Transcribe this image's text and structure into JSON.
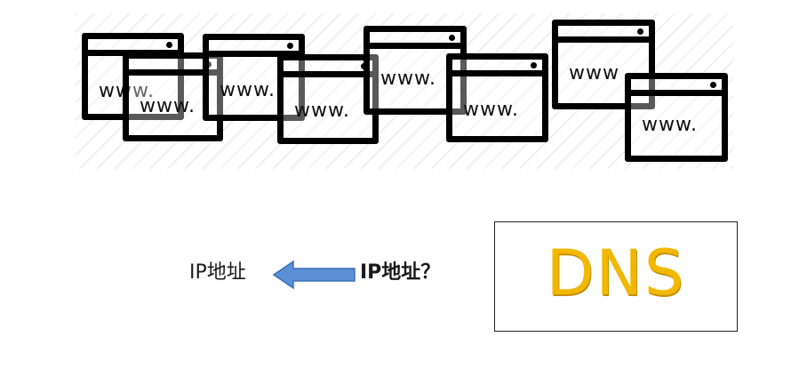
{
  "windows": [
    {
      "www": "www."
    },
    {
      "www": "www."
    },
    {
      "www": "www."
    },
    {
      "www": "www."
    },
    {
      "www": "www."
    },
    {
      "www": "www."
    },
    {
      "www": "www"
    },
    {
      "www": "www."
    }
  ],
  "ip_left": "IP地址",
  "ip_right": "IP地址？",
  "dns_label": "DNS",
  "colors": {
    "arrow_fill": "#5b8fd6",
    "arrow_stroke": "#3c6fb8",
    "dns_text": "#f2b800",
    "window_border": "#000000"
  }
}
